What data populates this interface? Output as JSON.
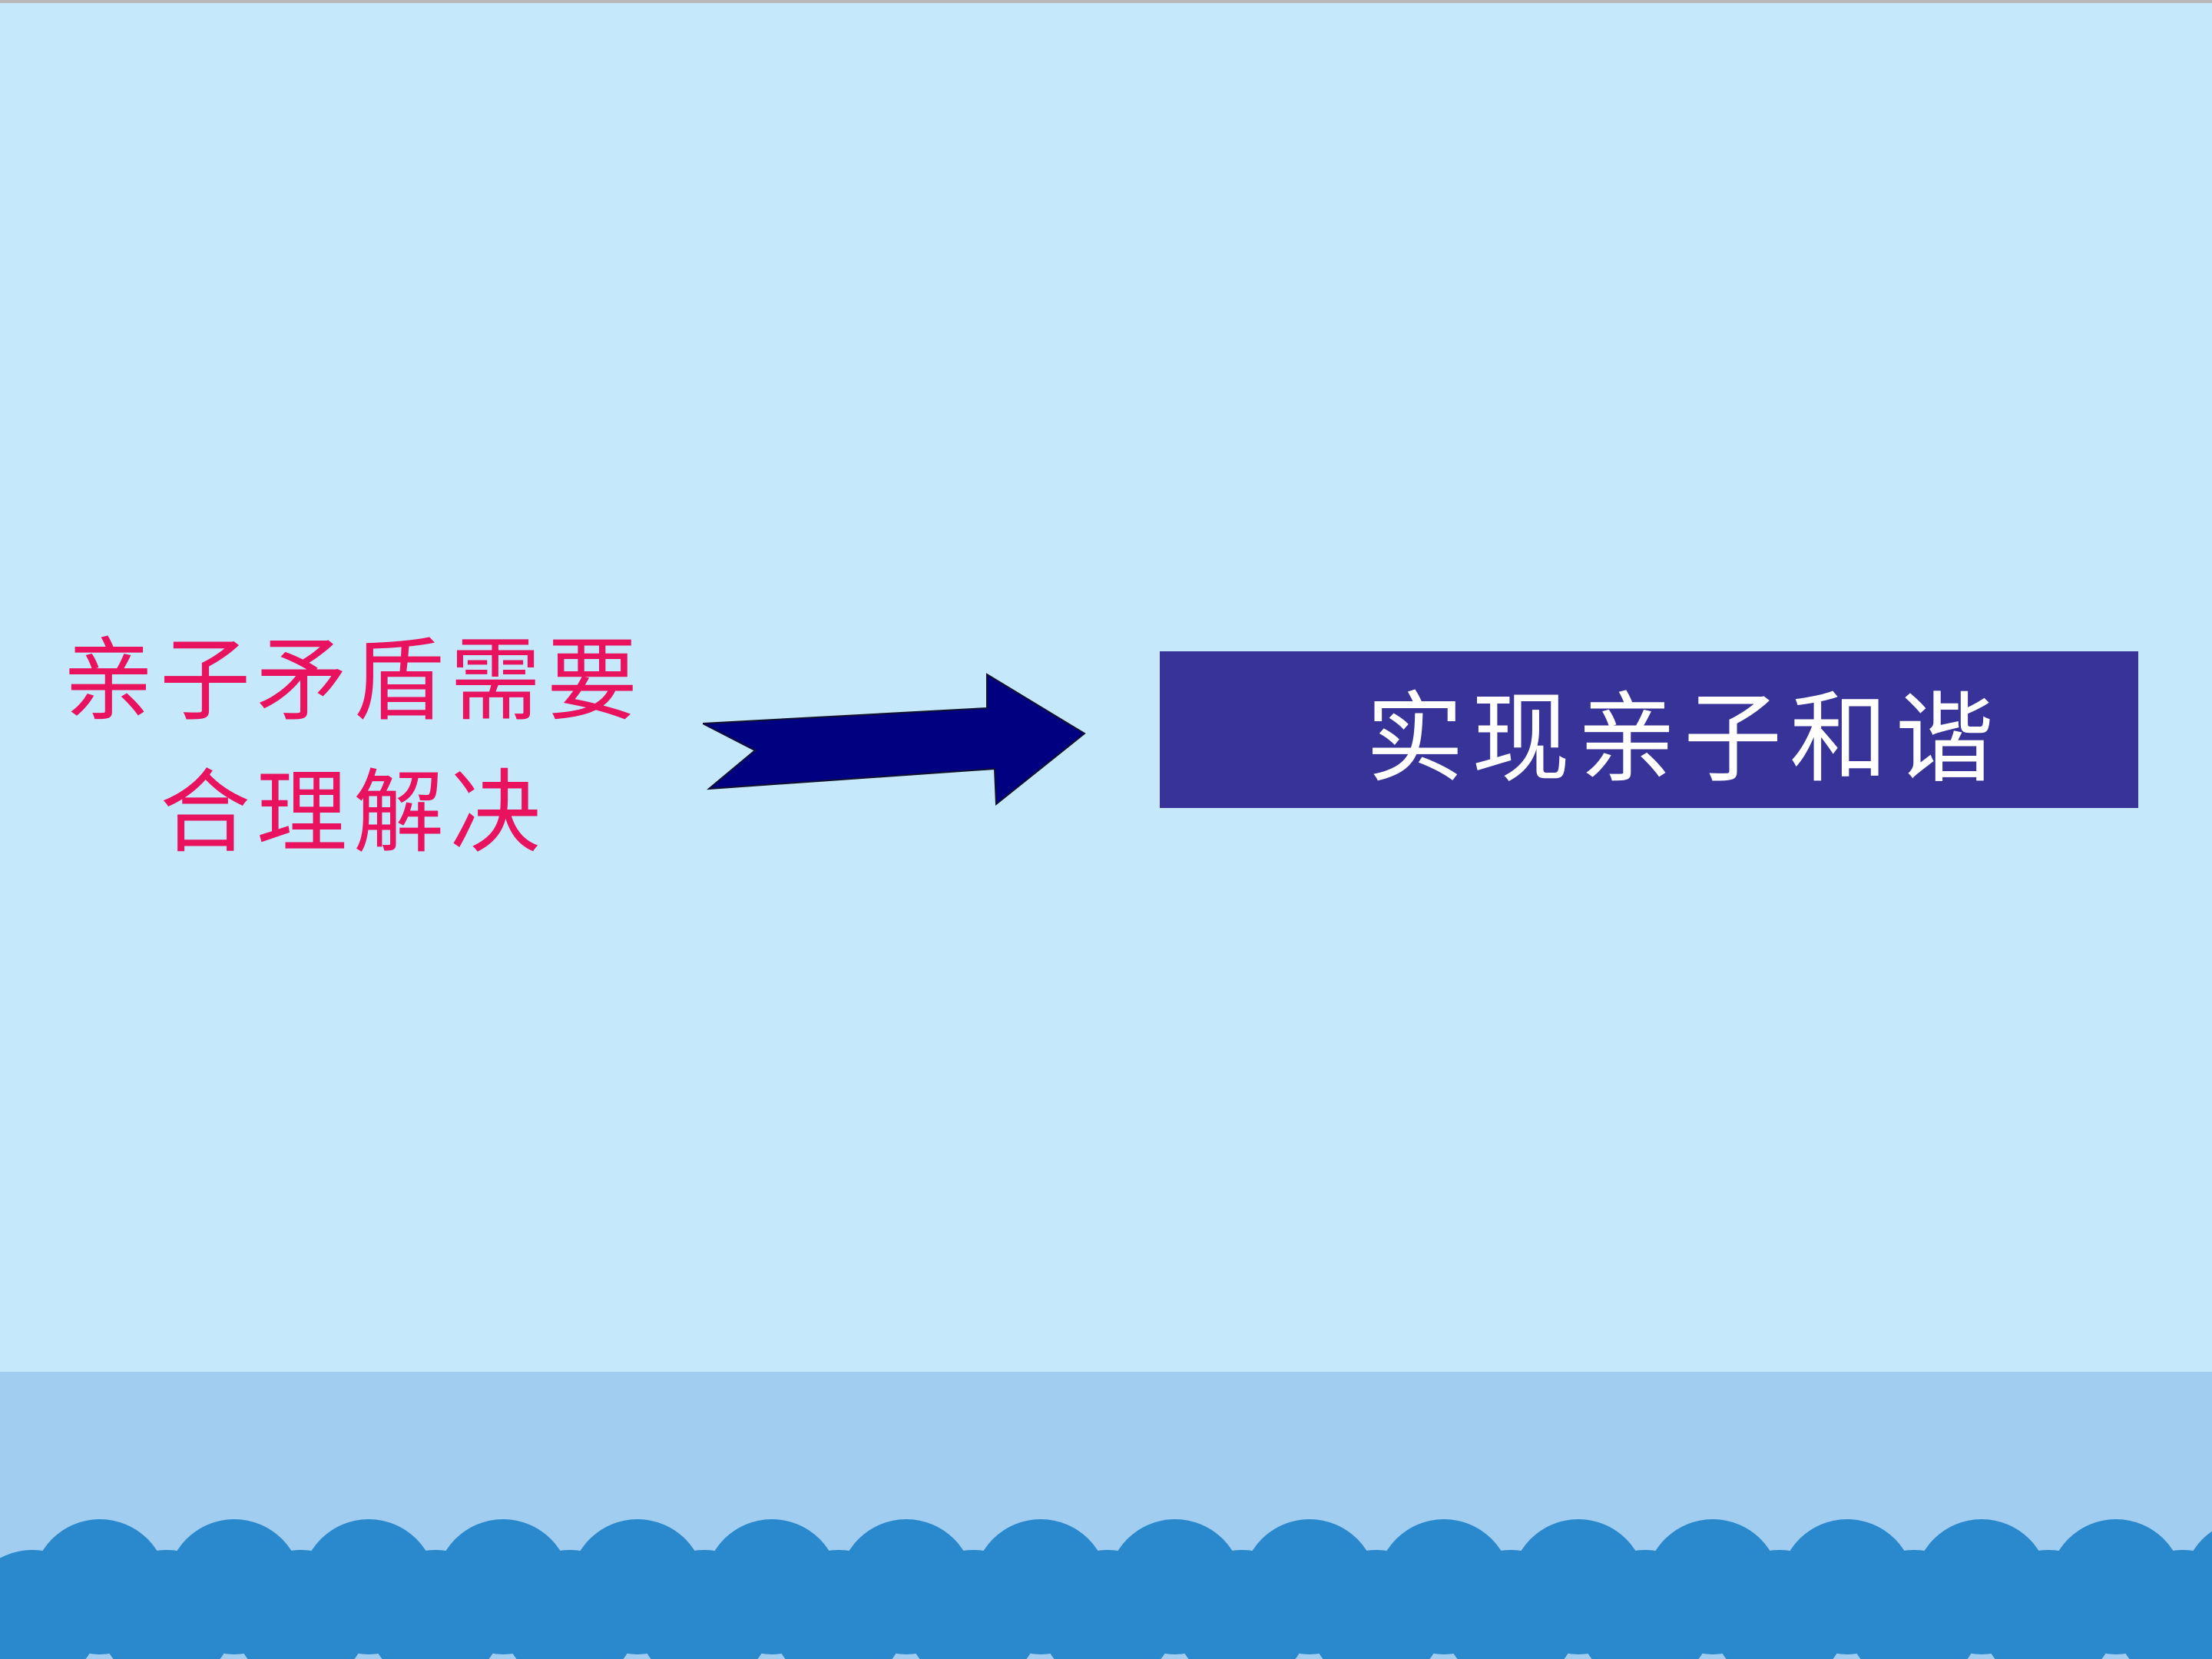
{
  "slide": {
    "colors": {
      "background": "#c6e8fb",
      "band": "#a0cdf0",
      "scallop": "#2a88cc",
      "top_line": "#b8b8b8",
      "left_text": "#e8125f",
      "arrow_fill": "#000080",
      "arrow_stroke": "#101030",
      "box_fill": "#373399",
      "box_text": "#ffffff"
    },
    "left_text": {
      "line1": "亲子矛盾需要",
      "line2": "合理解决"
    },
    "arrow_icon": "right-arrow-icon",
    "result_box": {
      "text": "实现亲子和谐"
    },
    "decoration": "scallop-wave-pattern"
  }
}
